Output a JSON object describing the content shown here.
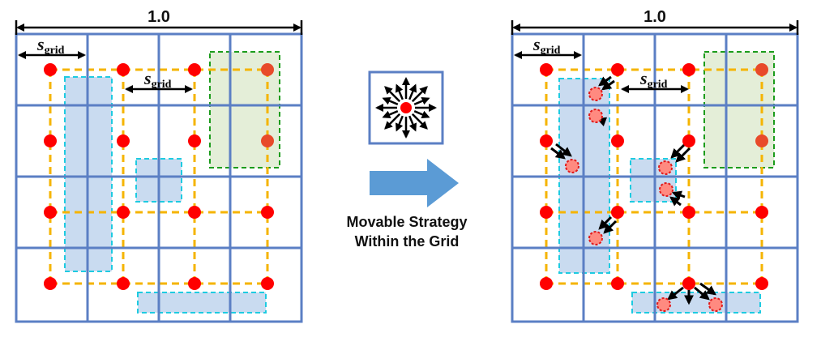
{
  "scale_label": "1.0",
  "sgrid": {
    "symbol": "s",
    "subscript": "grid"
  },
  "strategy_caption": {
    "line1": "Movable Strategy",
    "line2": "Within the Grid"
  },
  "colors": {
    "grid_line": "#5b7fc4",
    "dashed_route": "#f5b400",
    "point_fill": "#ff0000",
    "moved_point_fill": "#ff8a80",
    "moved_point_stroke": "#e11b1b",
    "blue_region_fill": "#c9dbf0",
    "blue_region_stroke": "#1ecbe1",
    "green_region_fill": "#e4eed8",
    "green_region_stroke": "#1c9c1c",
    "flow_arrow": "#5b9bd5",
    "arrow_ink": "#000000"
  },
  "icons": [
    "compass-burst-icon",
    "right-arrow-icon",
    "double-headed-arrow-icon"
  ]
}
